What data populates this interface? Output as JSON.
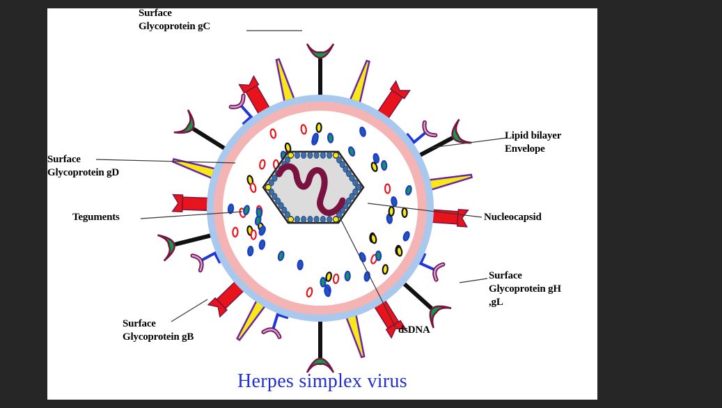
{
  "labels": {
    "gc": {
      "line1": "Surface",
      "line2": "Glycoprotein gC"
    },
    "gd": {
      "line1": "Surface",
      "line2": "Glycoprotein gD"
    },
    "teguments": "Teguments",
    "gb": {
      "line1": "Surface",
      "line2": "Glycoprotein gB"
    },
    "dsdna": "dsDNA",
    "lipid": {
      "line1": "Lipid bilayer",
      "line2": "Envelope"
    },
    "nucleocapsid": "Nucleocapsid",
    "gh": {
      "line1": "Surface",
      "line2": "Glycoprotein gH",
      "line3": ",gL"
    }
  },
  "title": "Herpes simplex  virus",
  "colors": {
    "background": "#262626",
    "panel": "#ffffff",
    "envelope_outer": "#a9c8ee",
    "envelope_membrane": "#f4b4b4",
    "tegument_space": "#ffffff",
    "capsid": "#dcdcdc",
    "capsomere": "#3d6fa8",
    "dna": "#7a1240",
    "gB_red": "#e8141c",
    "gD_yellow": "#f7e81a",
    "gD_purple": "#6a24a8",
    "gC_green": "#129a48",
    "gH_blue": "#1f36d8",
    "title_blue": "#1f2fd1"
  }
}
